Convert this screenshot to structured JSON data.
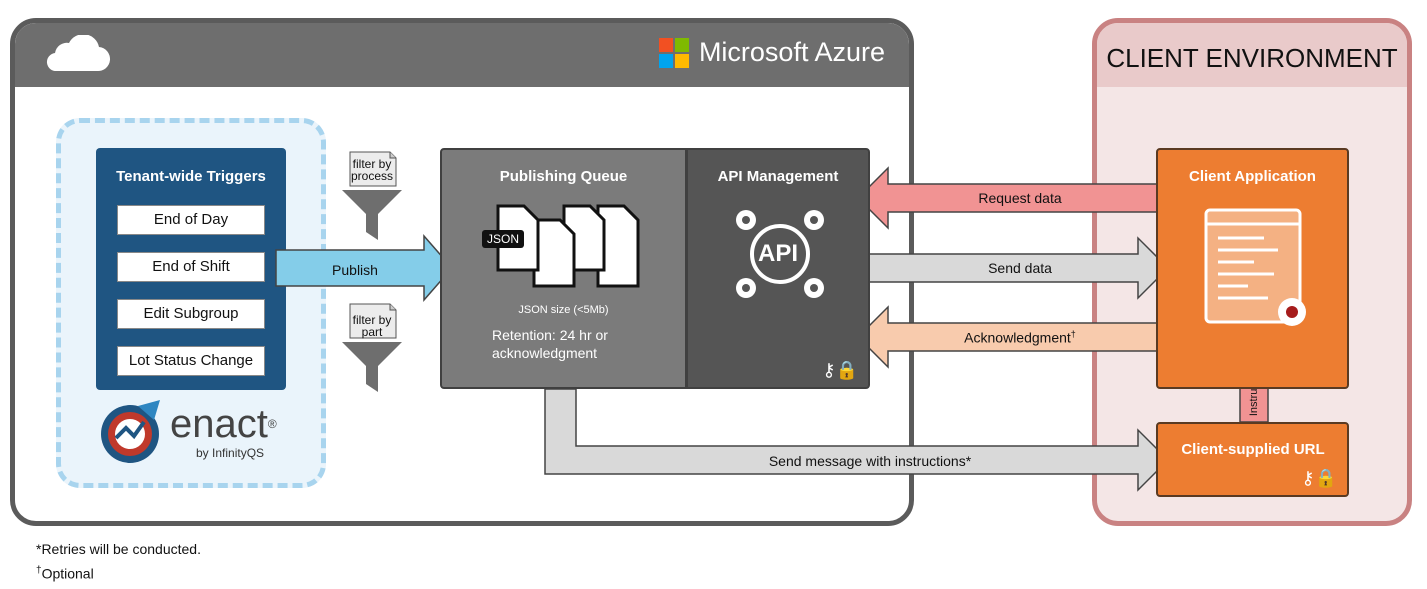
{
  "azure": {
    "title": "Microsoft Azure",
    "logo_colors": [
      "#f25022",
      "#7fba00",
      "#00a4ef",
      "#ffb900"
    ]
  },
  "client_env": {
    "title": "CLIENT ENVIRONMENT"
  },
  "triggers": {
    "title": "Tenant-wide Triggers",
    "items": [
      "End of Day",
      "End of Shift",
      "Edit Subgroup",
      "Lot Status Change"
    ]
  },
  "enact": {
    "wordmark": "enact",
    "byline": "by InfinityQS",
    "trademark": "®"
  },
  "filters": {
    "process": "filter by process",
    "part": "filter by part"
  },
  "publish_label": "Publish",
  "pub_queue": {
    "title": "Publishing Queue",
    "json_tag": "JSON",
    "size_note": "JSON size (<5Mb)",
    "retention": "Retention: 24 hr or acknowledgment"
  },
  "api": {
    "title": "API Management",
    "icon_text": "API"
  },
  "arrows": {
    "request": "Request data",
    "send": "Send data",
    "ack": "Acknowledgment",
    "ack_mark": "†",
    "message": "Send message with instructions*",
    "instructions": "Instructions"
  },
  "client_app": {
    "title": "Client Application"
  },
  "client_url": {
    "title": "Client-supplied URL"
  },
  "footnotes": {
    "retries": "*Retries will be conducted.",
    "optional_mark": "†",
    "optional": "Optional"
  },
  "colors": {
    "azure_header": "#6e6e6e",
    "triggers_bg": "#1f5582",
    "publish_arrow": "#84cde9",
    "request_arrow": "#f19393",
    "ack_arrow": "#f8cbad",
    "gray_arrow": "#d9d9d9",
    "client_orange": "#ed7d31",
    "queue_gray": "#7b7b7b",
    "api_gray": "#555555"
  }
}
